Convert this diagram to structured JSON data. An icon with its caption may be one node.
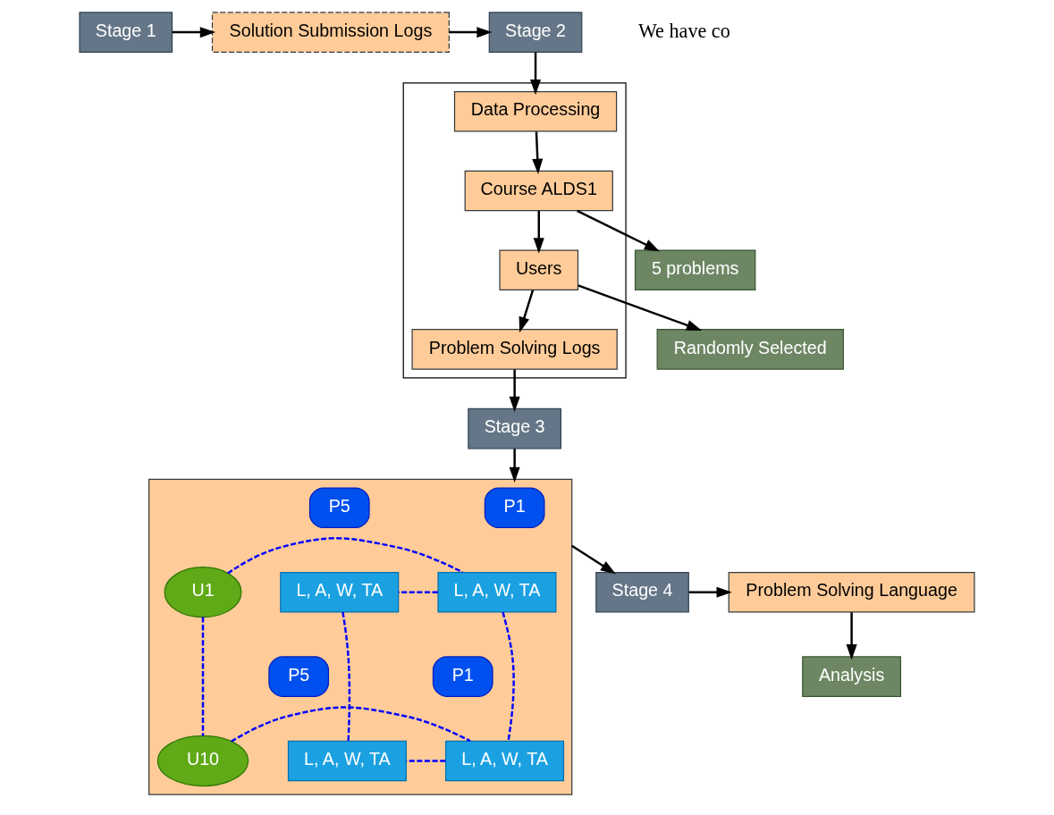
{
  "diagram": {
    "nodes": [
      {
        "text": [
          "Stage 1"
        ]
      },
      {
        "text": [
          "Solution Submission Logs"
        ]
      },
      {
        "text": [
          "Stage 2"
        ]
      },
      {
        "text": [],
        "shape": "box"
      },
      {
        "text": [
          "Data Processing"
        ],
        "in": 3
      },
      {
        "text": [
          "Course ALDS1"
        ],
        "in": 3
      },
      {
        "text": [
          "Users"
        ],
        "in": 3
      },
      {
        "text": [
          "Problem Solving Logs"
        ],
        "in": 3
      },
      {
        "text": [
          "5 problems"
        ]
      },
      {
        "text": [
          "Randomly Selected"
        ]
      },
      {
        "text": [
          "Analysis"
        ]
      },
      {
        "text": [
          "Stage 4"
        ]
      },
      {
        "text": [
          "Problem Solving Language"
        ]
      },
      {
        "text": [
          "Stage 3"
        ]
      },
      {
        "text": [],
        "shape": "box"
      },
      {
        "text": [
          "P1"
        ],
        "in": 14
      },
      {
        "text": [
          "P5"
        ],
        "in": 14
      },
      {
        "text": [
          "U1"
        ],
        "in": 14
      },
      {
        "text": [
          "L, A, W, TA"
        ],
        "in": 14
      },
      {
        "text": [
          "L, A, W, TA"
        ],
        "in": 14
      },
      {
        "text": [
          "P1"
        ],
        "in": 14
      },
      {
        "text": [
          "P5"
        ],
        "in": 14
      },
      {
        "text": [
          "U10"
        ],
        "in": 14
      },
      {
        "text": [
          "L, A, W, TA"
        ],
        "in": 14
      },
      {
        "text": [
          "L, A, W, TA"
        ],
        "in": 14
      }
    ],
    "edges": [
      {
        "from": 0,
        "to": 1,
        "arrow": "to"
      },
      {
        "from": 1,
        "to": 2,
        "arrow": "to"
      },
      {
        "from": 2,
        "to": 4,
        "arrow": "to"
      },
      {
        "from": 4,
        "to": 5,
        "arrow": "to"
      },
      {
        "from": 5,
        "to": 6,
        "arrow": "to"
      },
      {
        "from": 6,
        "to": 7,
        "arrow": "to"
      },
      {
        "from": 5,
        "to": 8,
        "arrow": "to"
      },
      {
        "from": 6,
        "to": 9,
        "arrow": "to"
      },
      {
        "from": 7,
        "to": 13,
        "arrow": "to"
      },
      {
        "from": 13,
        "to": 14,
        "arrow": "to"
      },
      {
        "from": 14,
        "to": 11,
        "arrow": "to"
      },
      {
        "from": 11,
        "to": 12,
        "arrow": "to"
      },
      {
        "from": 12,
        "to": 10,
        "arrow": "to"
      },
      {
        "from": 17,
        "to": 18,
        "arrow": "none",
        "style": "dashed",
        "color": "#0000ff"
      },
      {
        "from": 18,
        "to": 19,
        "arrow": "none",
        "style": "dashed",
        "color": "#0000ff"
      },
      {
        "from": 17,
        "to": 22,
        "arrow": "none",
        "style": "dashed",
        "color": "#0000ff"
      },
      {
        "from": 18,
        "to": 23,
        "arrow": "none",
        "style": "dashed",
        "color": "#0000ff"
      },
      {
        "from": 19,
        "to": 24,
        "arrow": "none",
        "style": "dashed",
        "color": "#0000ff"
      },
      {
        "from": 22,
        "to": 23,
        "arrow": "none",
        "style": "dashed",
        "color": "#0000ff"
      },
      {
        "from": 23,
        "to": 24,
        "arrow": "none",
        "style": "dashed",
        "color": "#0000ff"
      }
    ],
    "labels": [
      "We have co"
    ]
  }
}
